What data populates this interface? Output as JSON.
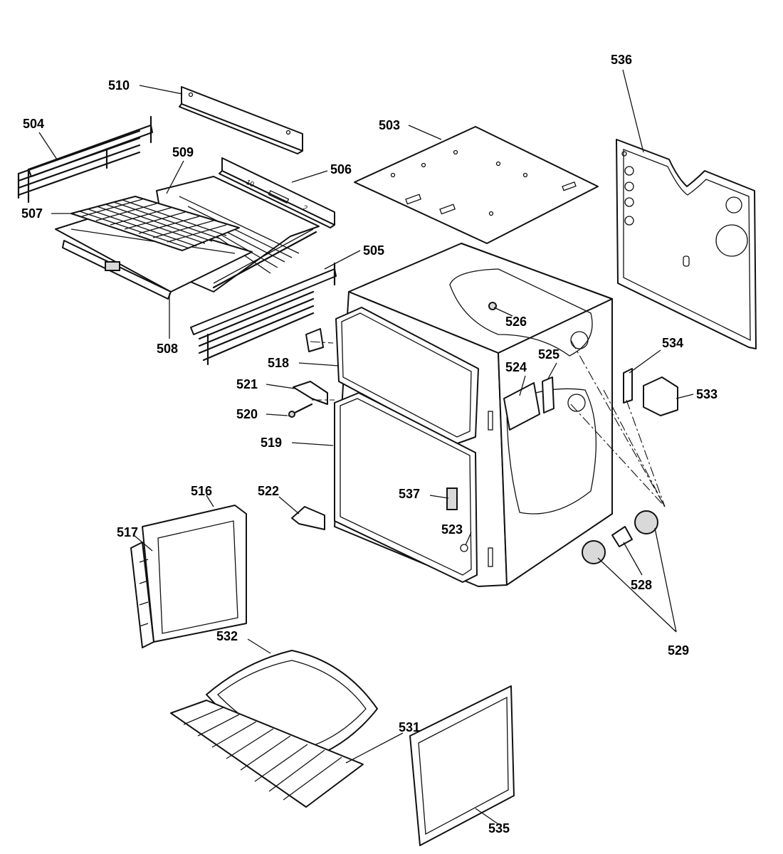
{
  "labels": [
    {
      "id": "510",
      "text": "510"
    },
    {
      "id": "504",
      "text": "504"
    },
    {
      "id": "509",
      "text": "509"
    },
    {
      "id": "506",
      "text": "506"
    },
    {
      "id": "503",
      "text": "503"
    },
    {
      "id": "536",
      "text": "536"
    },
    {
      "id": "507",
      "text": "507"
    },
    {
      "id": "505",
      "text": "505"
    },
    {
      "id": "508",
      "text": "508"
    },
    {
      "id": "526",
      "text": "526"
    },
    {
      "id": "518",
      "text": "518"
    },
    {
      "id": "534",
      "text": "534"
    },
    {
      "id": "524",
      "text": "524"
    },
    {
      "id": "525",
      "text": "525"
    },
    {
      "id": "521",
      "text": "521"
    },
    {
      "id": "533",
      "text": "533"
    },
    {
      "id": "520",
      "text": "520"
    },
    {
      "id": "519",
      "text": "519"
    },
    {
      "id": "516",
      "text": "516"
    },
    {
      "id": "522",
      "text": "522"
    },
    {
      "id": "537",
      "text": "537"
    },
    {
      "id": "517",
      "text": "517"
    },
    {
      "id": "523",
      "text": "523"
    },
    {
      "id": "528",
      "text": "528"
    },
    {
      "id": "529",
      "text": "529"
    },
    {
      "id": "532",
      "text": "532"
    },
    {
      "id": "531",
      "text": "531"
    },
    {
      "id": "535",
      "text": "535"
    }
  ]
}
